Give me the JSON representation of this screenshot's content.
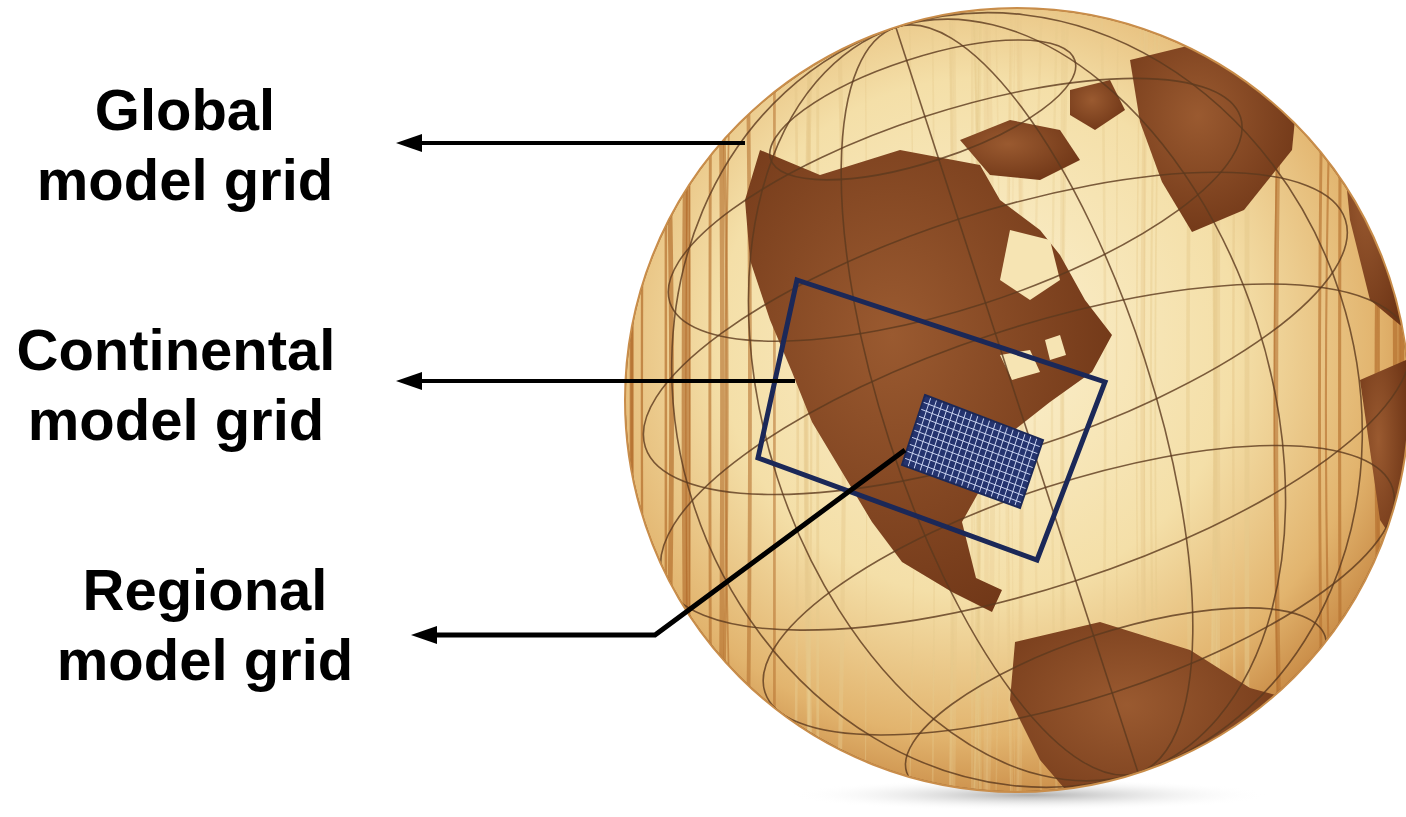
{
  "diagram": {
    "labels": [
      "Global model grid",
      "Continental model grid",
      "Regional model grid"
    ]
  }
}
